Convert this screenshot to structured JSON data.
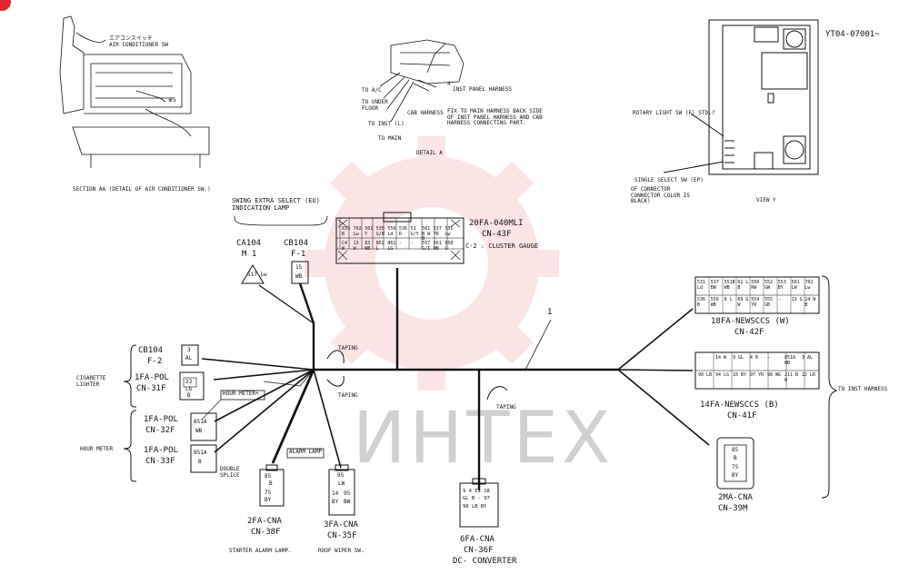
{
  "doc_id": "YT04-07001~",
  "watermark": {
    "text": "ИНТЕХ",
    "color": "#f08a8a"
  },
  "top_views": {
    "section_aa": {
      "caption": "SECTION AA  (DETAIL OF AIR CONDITIONER SW.)",
      "jp_label": "エアコンスイッチ",
      "en_label": "AIR CONDITIONER SW",
      "ref": "※5"
    },
    "detail_a": {
      "caption": "DETAIL A",
      "to_ac": "TO A/C",
      "to_under_floor": "TO UNDER FLOOR",
      "to_inst": "TO INST (L)",
      "to_main": "TO MAIN",
      "cab_harness": "CAB HARNESS",
      "inst_panel_harness": "INST PANEL HARNESS",
      "fix_note": "FIX TO MAIN HARNESS BACK SIDE OF INST PANEL HARNESS AND CAB HARNESS CONNECTING PART.",
      "num": "4"
    },
    "view_y": {
      "caption": "VIEW Y",
      "rotary_light": "ROTARY LIGHT SW (F) STD.?",
      "single_select": "SINGLE SELECT SW (EP)",
      "connector_color": "OF CONNECTOR CONNECTOR COLOR IS BLACK)"
    }
  },
  "swing_label": "SWING EXTRA SELECT (EU) INDICATION LAMP",
  "connectors": {
    "ca104": {
      "name": "CA104",
      "sub": "M 1",
      "pin": "517 Lw"
    },
    "cb104_f1": {
      "name": "CB104",
      "sub": "F-1",
      "pins": [
        "15",
        "WB"
      ]
    },
    "cn43f": {
      "name": "20FA-040MLI",
      "cn": "CN-43F",
      "desc": "C-2 : CLUSTER GAUGE",
      "row1": [
        "839 B",
        "702 Lw",
        "561 Y",
        "535 G/W",
        "550 Ld",
        "536 D",
        "51 G/Y",
        "561B WB",
        "537 YR",
        "535 Lw"
      ],
      "row2": [
        "C4 W",
        "13 W",
        "83 WB",
        "862 L",
        "861 LG",
        "-",
        "-",
        "557 G/I",
        "561 WB",
        "858 G"
      ]
    },
    "cb104_f2": {
      "name": "CB104",
      "sub": "F-2",
      "pins": [
        "3",
        "AL"
      ]
    },
    "cn31f": {
      "name": "1FA-POL",
      "cn": "CN-31F",
      "pins": [
        "23",
        "LG",
        "B"
      ],
      "desc": "CIGARETTE LIGHTER"
    },
    "cn32f": {
      "name": "1FA-POL",
      "cn": "CN-32F",
      "pins": [
        "851A",
        "WB"
      ]
    },
    "cn33f": {
      "name": "1FA-POL",
      "cn": "CN-33F",
      "pins": [
        "851A",
        "B"
      ]
    },
    "cn38f": {
      "name": "2FA-CNA",
      "cn": "CN-38F",
      "pins": [
        "85",
        "B",
        "75",
        "BY"
      ],
      "desc": "STARTER ALARM LAMP."
    },
    "cn35f": {
      "name": "3FA-CNA",
      "cn": "CN-35F",
      "pins": [
        "95",
        "LW",
        "14",
        "95",
        "BY",
        "BW"
      ],
      "desc": "ROOF WIPER SW."
    },
    "cn36f": {
      "name": "6FA-CNA",
      "cn": "CN-36F",
      "pins": [
        "9",
        "4",
        "E1",
        "18",
        "GL",
        "B",
        "-",
        "97",
        "98",
        "LB",
        "BY"
      ],
      "desc": "DC- CONVERTER"
    },
    "cn42f": {
      "name": "18FA-NEWSCCS (W)",
      "cn": "CN-42F",
      "row1": [
        "531 Ld",
        "537 BW",
        "551B WB",
        "61 LB",
        "550 RW",
        "552 GW",
        "553 BY",
        "561 LW",
        "702 Lw"
      ],
      "row2": [
        "536 B",
        "556 WB",
        "8 L",
        "69 GW",
        "554 YR",
        "555 GB",
        "-",
        "13 G",
        "24 WB"
      ]
    },
    "cn41f": {
      "name": "14FA-NEWSCCS (B)",
      "cn": "CN-41F",
      "row1": [
        "-",
        "14 W",
        "9 GL",
        "4 B",
        "-",
        "851A WB",
        "3 AL"
      ],
      "row2": [
        "98 LB",
        "94 LG",
        "16 BY",
        "97 YR",
        "98 WG",
        "211 BW",
        "22 LR"
      ]
    },
    "cn39m": {
      "name": "2MA-CNA",
      "cn": "CN-39M",
      "pins": [
        "85",
        "B",
        "75",
        "BY"
      ]
    }
  },
  "labels": {
    "hour_meter_plus": "HOUR METER+",
    "alarm_lamp": "ALARM LAMP",
    "hour_meter": "HOUR METER",
    "double_splice": "DOUBLE SPLICE",
    "taping": "TAPING",
    "to_inst_harness": "TO INST HARNESS",
    "harness_no": "1"
  }
}
